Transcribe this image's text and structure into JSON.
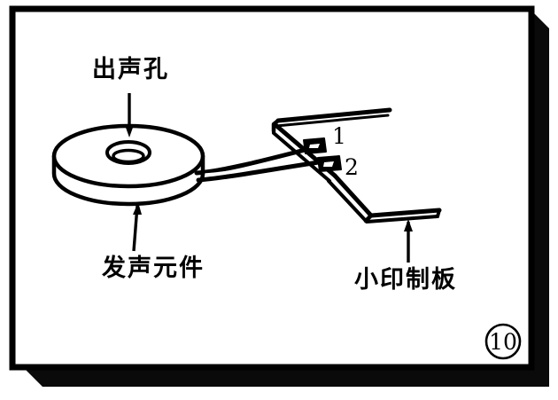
{
  "figure": {
    "title_note": "",
    "frame": {
      "border_color": "#000000",
      "background_color": "#ffffff",
      "shadow_color": "#000000"
    },
    "line_color": "#000000",
    "labels": {
      "sound_hole": "出声孔",
      "sound_element": "发声元件",
      "small_pcb": "小印制板"
    },
    "solder_points": [
      {
        "id": "1",
        "label": "1"
      },
      {
        "id": "2",
        "label": "2"
      }
    ],
    "figure_number": "⑩",
    "figure_number_plain": "10"
  }
}
